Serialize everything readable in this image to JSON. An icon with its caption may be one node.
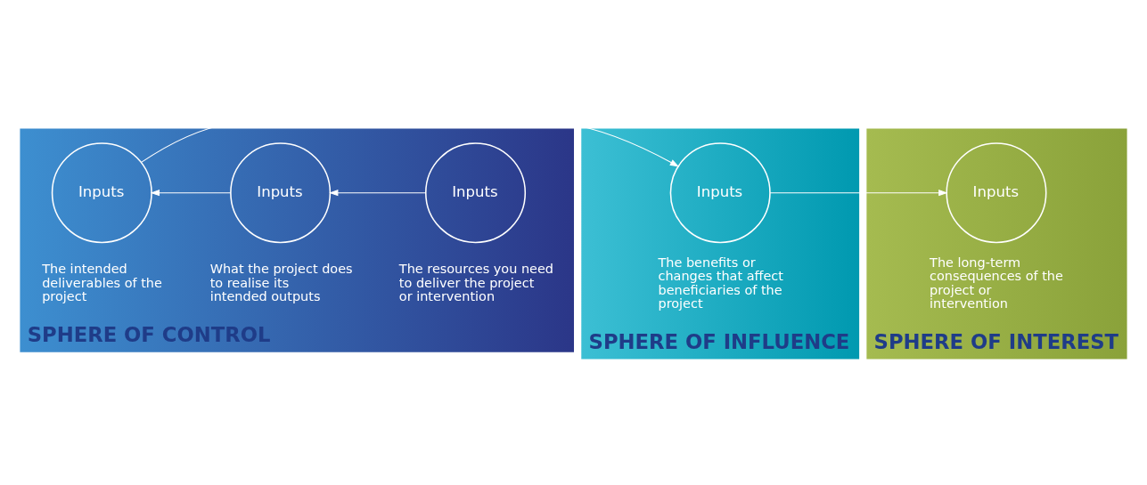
{
  "diagram": {
    "nodes": [
      {
        "text": [
          "SPHERE OF CONTROL"
        ]
      },
      {
        "text": [
          "Inputs"
        ],
        "in": 0,
        "beside": [
          "The resources you need to deliver the project or intervention"
        ]
      },
      {
        "text": [
          "Inputs"
        ],
        "in": 0,
        "beside": [
          "What the project does to realise its intended outputs"
        ]
      },
      {
        "text": [
          "Inputs"
        ],
        "in": 0,
        "beside": [
          "The intended deliverables of the project"
        ]
      },
      {
        "text": [
          "SPHERE OF INFLUENCE"
        ]
      },
      {
        "text": [
          "Inputs"
        ],
        "in": 4,
        "beside": [
          "The benefits or changes that affect beneficiaries of the project"
        ]
      },
      {
        "text": [
          "SPHERE OF INTEREST"
        ]
      },
      {
        "text": [
          "Inputs"
        ],
        "in": 6,
        "beside": [
          "The long-term consequences of the project or intervention"
        ]
      }
    ],
    "edges": [
      {
        "from": 1,
        "to": 2,
        "arrow": "to"
      },
      {
        "from": 2,
        "to": 3,
        "arrow": "to"
      },
      {
        "from": 3,
        "to": 5,
        "arrow": "to"
      },
      {
        "from": 5,
        "to": 7,
        "arrow": "to"
      }
    ]
  }
}
